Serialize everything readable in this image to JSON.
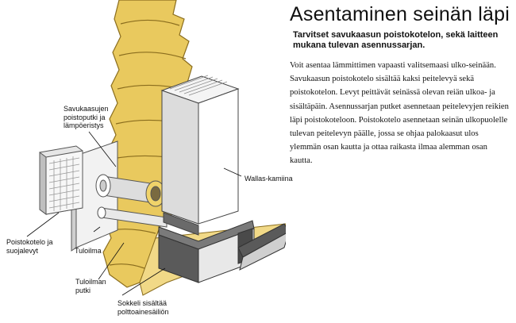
{
  "title": "Asentaminen seinän läpi",
  "subtitle": "Tarvitset savukaasun poistokotelon, sekä laitteen mukana tulevan asennussarjan.",
  "body": "Voit asentaa lämmittimen vapaasti valitsemaasi ulko-seinään. Savukaasun poistokotelo sisältää kaksi peitelevyä sekä poistokotelon. Levyt peittävät seinässä olevan reiän ulkoa- ja sisältäpäin. Asennussarjan putket asennetaan peitelevyjen reikien läpi poistokoteloon. Poistokotelo asennetaan seinän ulkopuolelle tulevan peitelevyn päälle, jossa se ohjaa palokaasut ulos ylemmän osan kautta ja ottaa raikasta ilmaa alemman osan kautta.",
  "labels": {
    "flue_pipe": [
      "Savukaasujen",
      "poistoputki ja",
      "lämpöeristys"
    ],
    "stove": "Wallas-kamiina",
    "housing": [
      "Poistokotelo ja",
      "suojalevyt"
    ],
    "intake": "Tuloilma",
    "intake_pipe": [
      "Tuloilman",
      "putki"
    ],
    "plinth": [
      "Sokkeli sisältää",
      "polttoainesäiliön"
    ]
  },
  "colors": {
    "wall": "#e9c95e",
    "wall_outline": "#8a6d1e",
    "stove_body": "#ffffff",
    "stove_shade": "#dcdcdc",
    "plinth": "#5a5a5a",
    "insulation": "#f0d36a"
  }
}
